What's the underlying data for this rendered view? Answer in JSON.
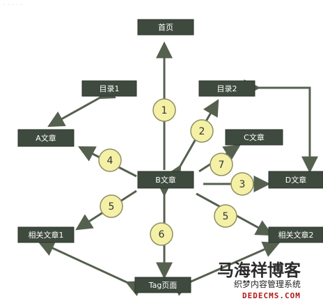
{
  "nodes": {
    "home": "首页",
    "catalog1": "目录1",
    "catalog2": "目录2",
    "article_a": "A文章",
    "article_b": "B文章",
    "article_c": "C文章",
    "article_d": "D文章",
    "related1": "相关文章1",
    "related2": "相关文章2",
    "tag_page": "Tag页面"
  },
  "badges": {
    "b1": "1",
    "b2": "2",
    "b3": "3",
    "b4": "4",
    "b5_left": "5",
    "b5_right": "5",
    "b6": "6",
    "b7": "7"
  },
  "watermark": {
    "title": "马海祥博客",
    "subtitle": "织梦内容管理系统",
    "url": "DEDECMS.COM"
  }
}
